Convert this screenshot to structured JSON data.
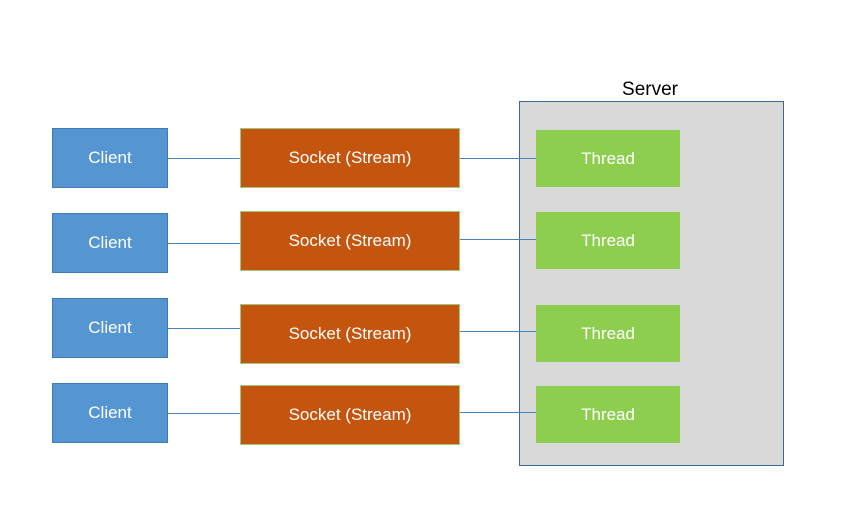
{
  "diagram": {
    "title": "Server",
    "type": "multithreaded-socket-server-architecture",
    "colors": {
      "client_fill": "#5596d2",
      "client_border": "#3d7cb8",
      "socket_fill": "#c4550f",
      "socket_border": "#a8c47a",
      "thread_fill": "#8dce4f",
      "server_panel_fill": "#d9d9d9",
      "server_panel_border": "#3b6894",
      "connector_line": "#4a82bd",
      "background": "#ffffff",
      "box_text": "#ffffff",
      "label_text": "#000000"
    },
    "server_container": {
      "label": "Server"
    },
    "rows": [
      {
        "client_label": "Client",
        "socket_label": "Socket (Stream)",
        "thread_label": "Thread"
      },
      {
        "client_label": "Client",
        "socket_label": "Socket (Stream)",
        "thread_label": "Thread"
      },
      {
        "client_label": "Client",
        "socket_label": "Socket (Stream)",
        "thread_label": "Thread"
      },
      {
        "client_label": "Client",
        "socket_label": "Socket (Stream)",
        "thread_label": "Thread"
      }
    ]
  }
}
